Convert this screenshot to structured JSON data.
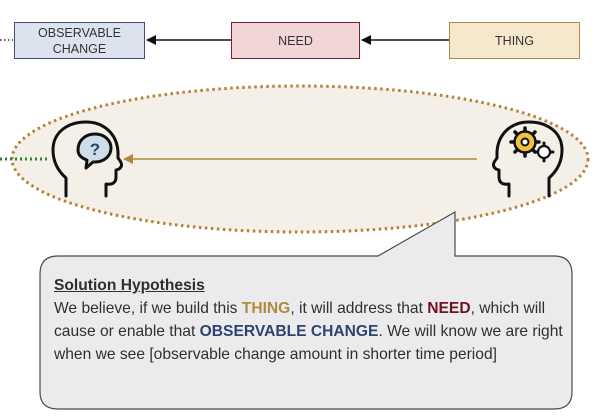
{
  "boxes": {
    "observable_change": "OBSERVABLE\nCHANGE",
    "need": "NEED",
    "thing": "THING"
  },
  "colors": {
    "observable_fill": "#dde3ee",
    "observable_border": "#3e4f7a",
    "need_fill": "#f1d5d7",
    "need_border": "#7a2230",
    "thing_fill": "#f6e8cc",
    "thing_border": "#b08b45",
    "ellipse_fill": "#f4efe7",
    "ellipse_border": "#b5823a",
    "green_dotted": "#2e7d32",
    "callout_fill": "#ebebee"
  },
  "icons": {
    "left_head": "head-question-icon",
    "right_head": "head-gears-icon",
    "question_mark": "?"
  },
  "callout": {
    "title": "Solution Hypothesis",
    "t1": "We believe, if we build this ",
    "thing": "THING",
    "t2": ", it will address that ",
    "need": "NEED",
    "t3": ", which will cause or enable that ",
    "change": "OBSERVABLE CHANGE",
    "t4": ". We will know we are right when we see [observable change amount in shorter time period]"
  }
}
